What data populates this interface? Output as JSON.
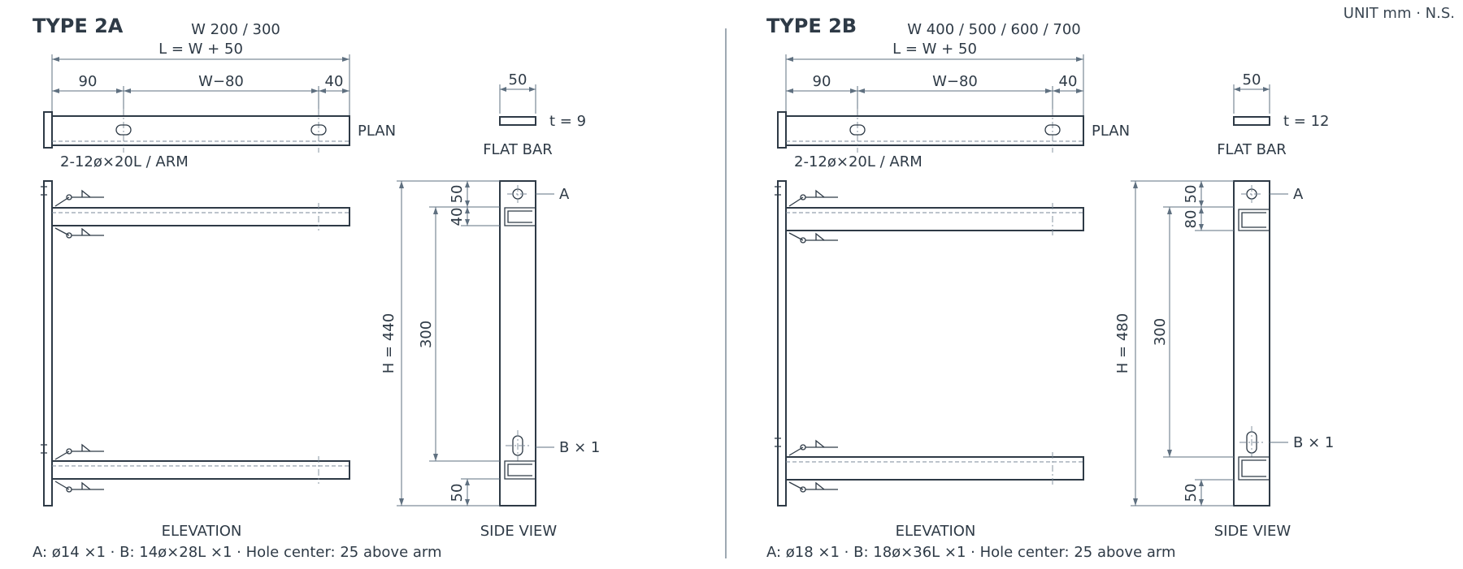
{
  "header": {
    "unit_note": "UNIT mm · N.S."
  },
  "panels": [
    {
      "title": "TYPE 2A",
      "width_options": "W 200 / 300",
      "length_formula": "L = W + 50",
      "dim_left": "90",
      "dim_middle": "W−80",
      "dim_right": "40",
      "plan_label": "PLAN",
      "slot_note": "2-12ø×20L / ARM",
      "flat_bar_width": "50",
      "flat_bar_thickness": "t = 9",
      "flat_bar_label": "FLAT BAR",
      "elevation_label": "ELEVATION",
      "side_view_label": "SIDE VIEW",
      "height_dim": "H = 440",
      "pitch_dim": "300",
      "top_dim": "50",
      "arm_depth_dim": "40",
      "bottom_dim": "50",
      "hole_a_label": "A",
      "hole_b_label": "B × 1",
      "footnote": "A: ø14 ×1 · B: 14ø×28L ×1 · Hole center: 25 above arm"
    },
    {
      "title": "TYPE 2B",
      "width_options": "W 400 / 500 / 600 / 700",
      "length_formula": "L = W + 50",
      "dim_left": "90",
      "dim_middle": "W−80",
      "dim_right": "40",
      "plan_label": "PLAN",
      "slot_note": "2-12ø×20L / ARM",
      "flat_bar_width": "50",
      "flat_bar_thickness": "t = 12",
      "flat_bar_label": "FLAT BAR",
      "elevation_label": "ELEVATION",
      "side_view_label": "SIDE VIEW",
      "height_dim": "H = 480",
      "pitch_dim": "300",
      "top_dim": "50",
      "arm_depth_dim": "80",
      "bottom_dim": "50",
      "hole_a_label": "A",
      "hole_b_label": "B × 1",
      "footnote": "A: ø18 ×1 · B: 18ø×36L ×1 · Hole center: 25 above arm"
    }
  ],
  "colors": {
    "ink": "#2e3a46",
    "dimension": "#5f7080",
    "hidden": "#7b8a98",
    "divider": "#5f7080"
  }
}
